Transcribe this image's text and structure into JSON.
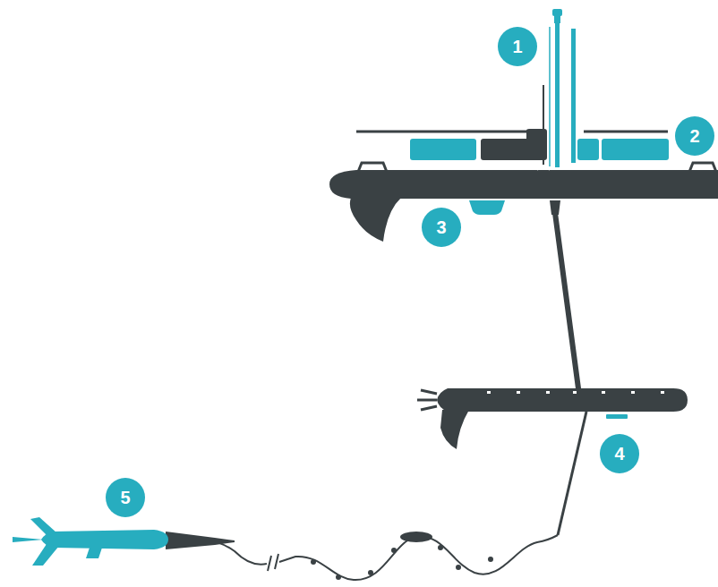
{
  "diagram": {
    "nodes": [
      {
        "text": [
          "1"
        ]
      },
      {
        "text": [
          "2"
        ]
      },
      {
        "text": [
          "3"
        ]
      },
      {
        "text": [
          "4"
        ]
      },
      {
        "text": [
          "5"
        ]
      }
    ]
  }
}
